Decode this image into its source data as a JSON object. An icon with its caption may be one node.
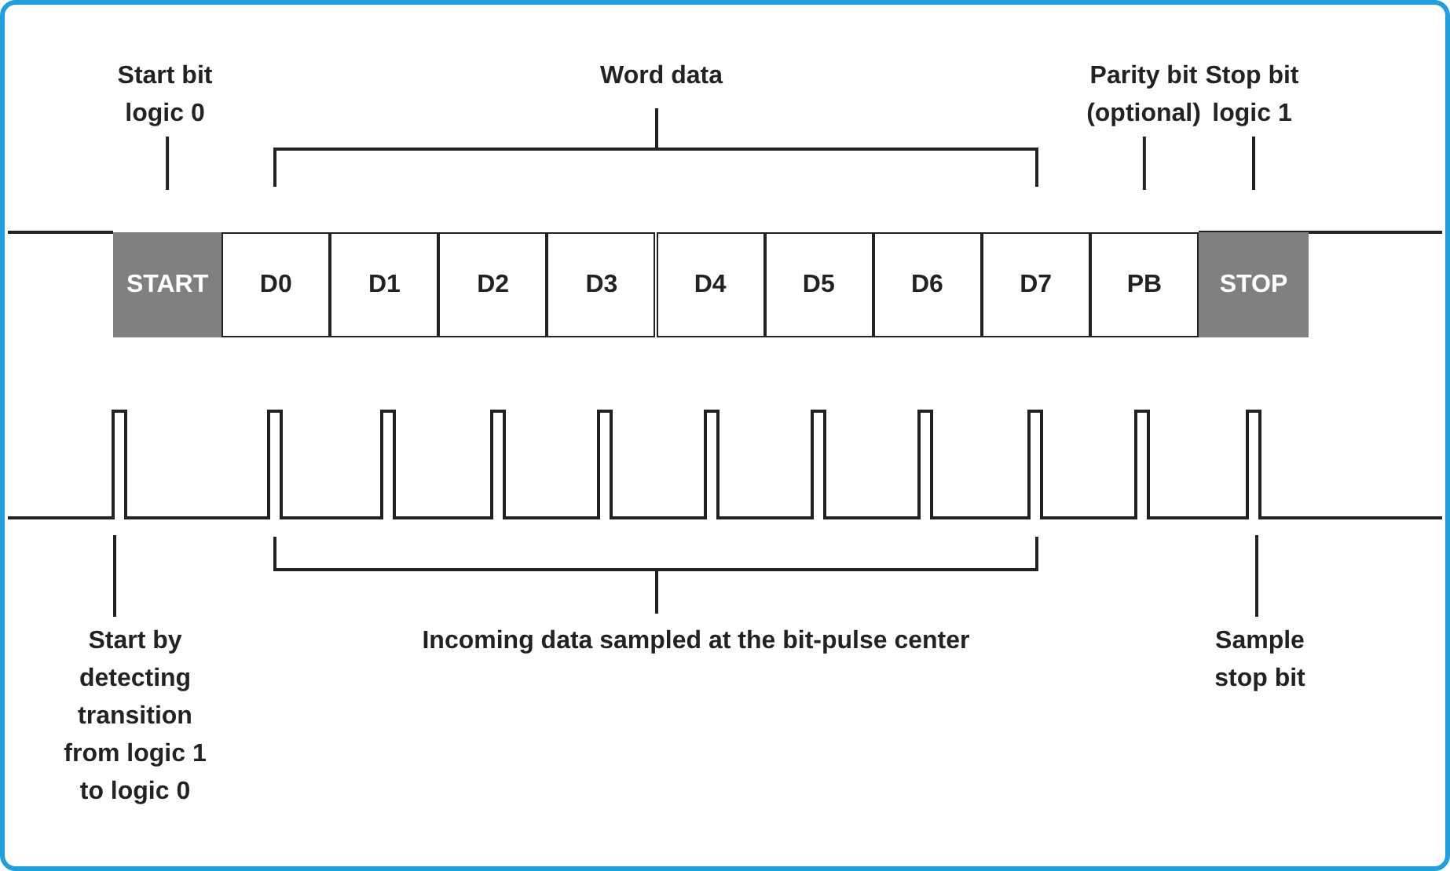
{
  "diagram": {
    "nodes": [
      {
        "text": [
          "START"
        ]
      },
      {
        "text": [
          "D0"
        ]
      },
      {
        "text": [
          "D1"
        ]
      },
      {
        "text": [
          "D2"
        ]
      },
      {
        "text": [
          "D3"
        ]
      },
      {
        "text": [
          "D4"
        ]
      },
      {
        "text": [
          "D5"
        ]
      },
      {
        "text": [
          "D6"
        ]
      },
      {
        "text": [
          "D7"
        ]
      },
      {
        "text": [
          "PB"
        ]
      },
      {
        "text": [
          "STOP"
        ]
      },
      {
        "text": [
          "Start bit logic 0"
        ]
      },
      {
        "text": [
          "Parity bit (optional)"
        ]
      },
      {
        "text": [
          "Stop bit logic 1"
        ]
      },
      {
        "text": [
          "Start by detecting transition from logic 1 to logic 0"
        ]
      },
      {
        "text": [
          "Sample stop bit"
        ]
      }
    ],
    "edges": [
      {
        "from": 11,
        "to": 0,
        "arrow": "none"
      },
      {
        "from": 12,
        "to": 9,
        "arrow": "none"
      },
      {
        "from": 13,
        "to": 10,
        "arrow": "none"
      },
      {
        "from": 14,
        "to": null,
        "arrow": "none"
      },
      {
        "from": 15,
        "to": null,
        "arrow": "none"
      }
    ],
    "labels": [
      "Word data",
      "Incoming data sampled at the bit-pulse center"
    ]
  }
}
